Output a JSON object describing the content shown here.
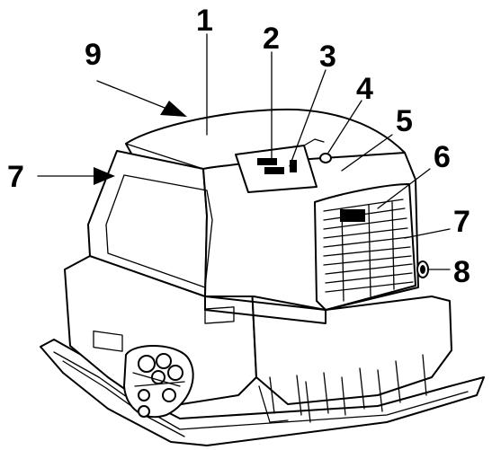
{
  "figure": {
    "callouts": [
      {
        "id": "1",
        "label": "1"
      },
      {
        "id": "2",
        "label": "2"
      },
      {
        "id": "3",
        "label": "3"
      },
      {
        "id": "4",
        "label": "4"
      },
      {
        "id": "5",
        "label": "5"
      },
      {
        "id": "6",
        "label": "6"
      },
      {
        "id": "7a",
        "label": "7"
      },
      {
        "id": "7b",
        "label": "7"
      },
      {
        "id": "8",
        "label": "8"
      },
      {
        "id": "9",
        "label": "9"
      }
    ],
    "colors": {
      "line": "#000000",
      "background": "#ffffff",
      "accent": "#000000"
    }
  }
}
